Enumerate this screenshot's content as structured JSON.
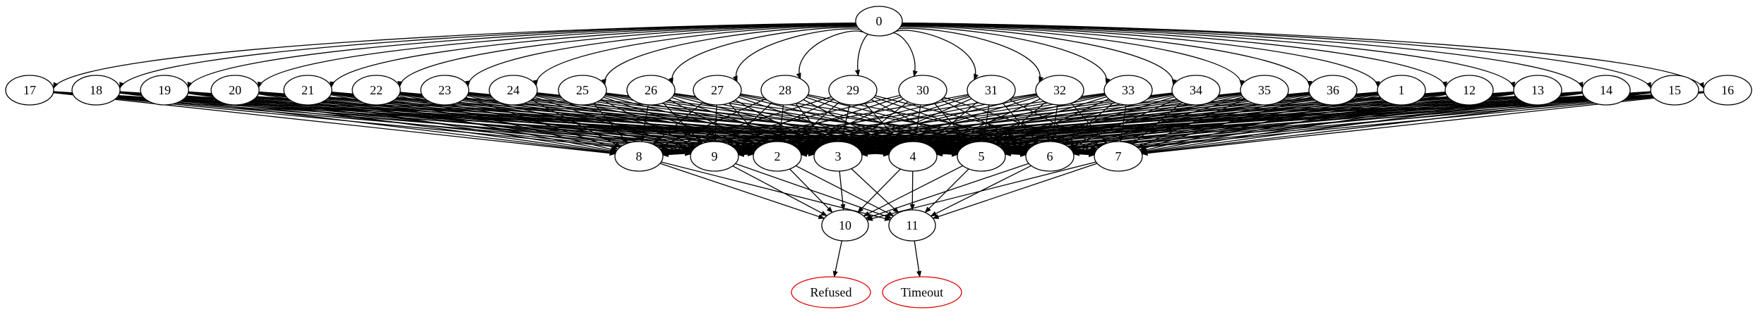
{
  "graph": {
    "type": "directed-graph",
    "colors": {
      "edge": "#000000",
      "node_border": "#000000",
      "terminal_border": "#e00000",
      "background": "#ffffff"
    },
    "nodes": [
      {
        "id": "0"
      },
      {
        "id": "17"
      },
      {
        "id": "18"
      },
      {
        "id": "19"
      },
      {
        "id": "20"
      },
      {
        "id": "21"
      },
      {
        "id": "22"
      },
      {
        "id": "23"
      },
      {
        "id": "24"
      },
      {
        "id": "25"
      },
      {
        "id": "26"
      },
      {
        "id": "27"
      },
      {
        "id": "28"
      },
      {
        "id": "29"
      },
      {
        "id": "30"
      },
      {
        "id": "31"
      },
      {
        "id": "32"
      },
      {
        "id": "33"
      },
      {
        "id": "34"
      },
      {
        "id": "35"
      },
      {
        "id": "36"
      },
      {
        "id": "1"
      },
      {
        "id": "12"
      },
      {
        "id": "13"
      },
      {
        "id": "14"
      },
      {
        "id": "15"
      },
      {
        "id": "16"
      },
      {
        "id": "8"
      },
      {
        "id": "9"
      },
      {
        "id": "2"
      },
      {
        "id": "3"
      },
      {
        "id": "4"
      },
      {
        "id": "5"
      },
      {
        "id": "6"
      },
      {
        "id": "7"
      },
      {
        "id": "10"
      },
      {
        "id": "11"
      },
      {
        "id": "Refused",
        "terminal": true
      },
      {
        "id": "Timeout",
        "terminal": true
      }
    ],
    "edges_from_root": [
      "17",
      "18",
      "19",
      "20",
      "21",
      "22",
      "23",
      "24",
      "25",
      "26",
      "27",
      "28",
      "29",
      "30",
      "31",
      "32",
      "33",
      "34",
      "35",
      "36",
      "1",
      "12",
      "13",
      "14",
      "15",
      "16"
    ],
    "edges_tier1_to_tier2": "each of 17–36, 1, 12–16 points to every node in 8, 9, 2, 3, 4, 5, 6, 7",
    "edges_tier2_to_tier3": [
      [
        "8",
        "10"
      ],
      [
        "8",
        "11"
      ],
      [
        "9",
        "10"
      ],
      [
        "9",
        "11"
      ],
      [
        "2",
        "10"
      ],
      [
        "2",
        "11"
      ],
      [
        "3",
        "10"
      ],
      [
        "3",
        "11"
      ],
      [
        "4",
        "10"
      ],
      [
        "4",
        "11"
      ],
      [
        "5",
        "10"
      ],
      [
        "5",
        "11"
      ],
      [
        "6",
        "10"
      ],
      [
        "6",
        "11"
      ],
      [
        "7",
        "10"
      ],
      [
        "7",
        "11"
      ]
    ],
    "edges_tier3_to_terminal": [
      [
        "10",
        "Refused"
      ],
      [
        "11",
        "Timeout"
      ]
    ]
  }
}
